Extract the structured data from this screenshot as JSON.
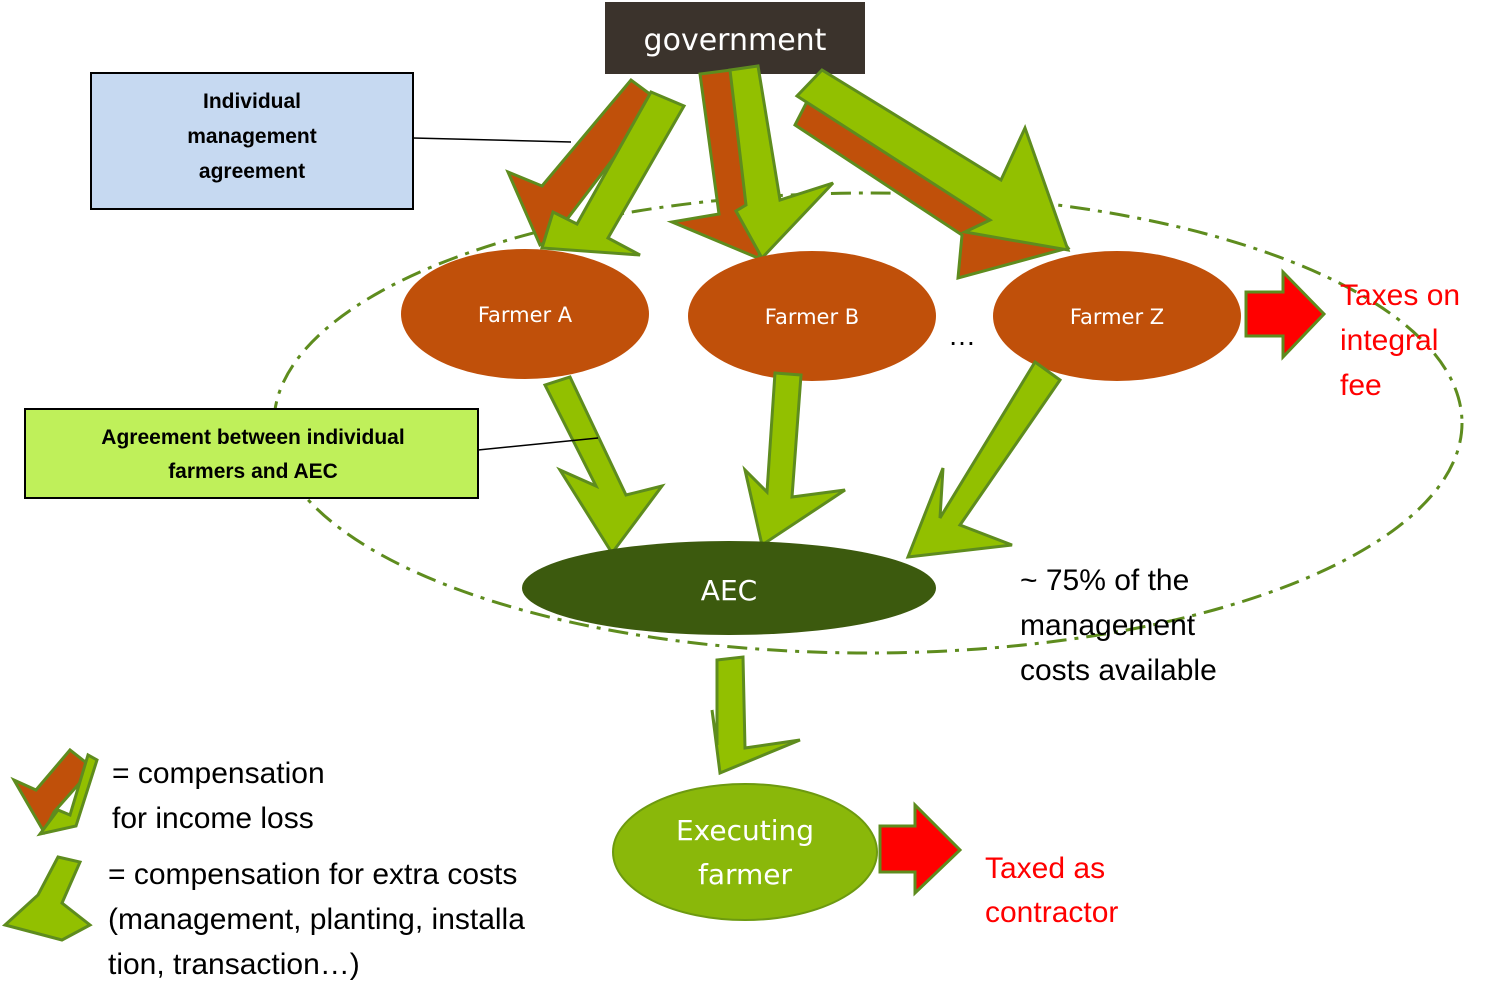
{
  "government": {
    "label": "government"
  },
  "farmers": [
    {
      "label": "Farmer A"
    },
    {
      "label": "Farmer B"
    },
    {
      "label": "Farmer  Z"
    }
  ],
  "ellipsis": "…",
  "aec": {
    "label": "AEC"
  },
  "executing_farmer": {
    "line1": "Executing",
    "line2": "farmer"
  },
  "callouts": {
    "individual_agreement": {
      "line1": "Individual",
      "line2": "management",
      "line3": "agreement"
    },
    "aec_agreement": {
      "line1": "Agreement between  individual",
      "line2": "farmers and AEC"
    }
  },
  "notes": {
    "available": {
      "line1": "~ 75% of the",
      "line2": "management",
      "line3": "costs available"
    },
    "taxes_integral": {
      "line1": "Taxes on",
      "line2": "integral",
      "line3": "fee"
    },
    "taxed_contractor": {
      "line1": "Taxed as",
      "line2": "contractor"
    }
  },
  "legend": {
    "income_loss": {
      "line1": "= compensation",
      "line2": "for  income loss"
    },
    "extra_costs": {
      "line1": "= compensation for  extra costs",
      "line2": "(management, planting, installa",
      "line3": "tion, transaction…)"
    }
  },
  "colors": {
    "government_fill": "#3b332c",
    "farmer_fill": "#c0500a",
    "aec_fill": "#3c5a0e",
    "executing_fill": "#8ab80a",
    "green_arrow": "#92c000",
    "green_arrow_border": "#5e8c1e",
    "orange_arrow": "#c0500a",
    "red_arrow": "#ff0000",
    "box_blue": "#c6d9f1",
    "box_green": "#bff05a",
    "dashed_ellipse": "#5e8c1e"
  }
}
